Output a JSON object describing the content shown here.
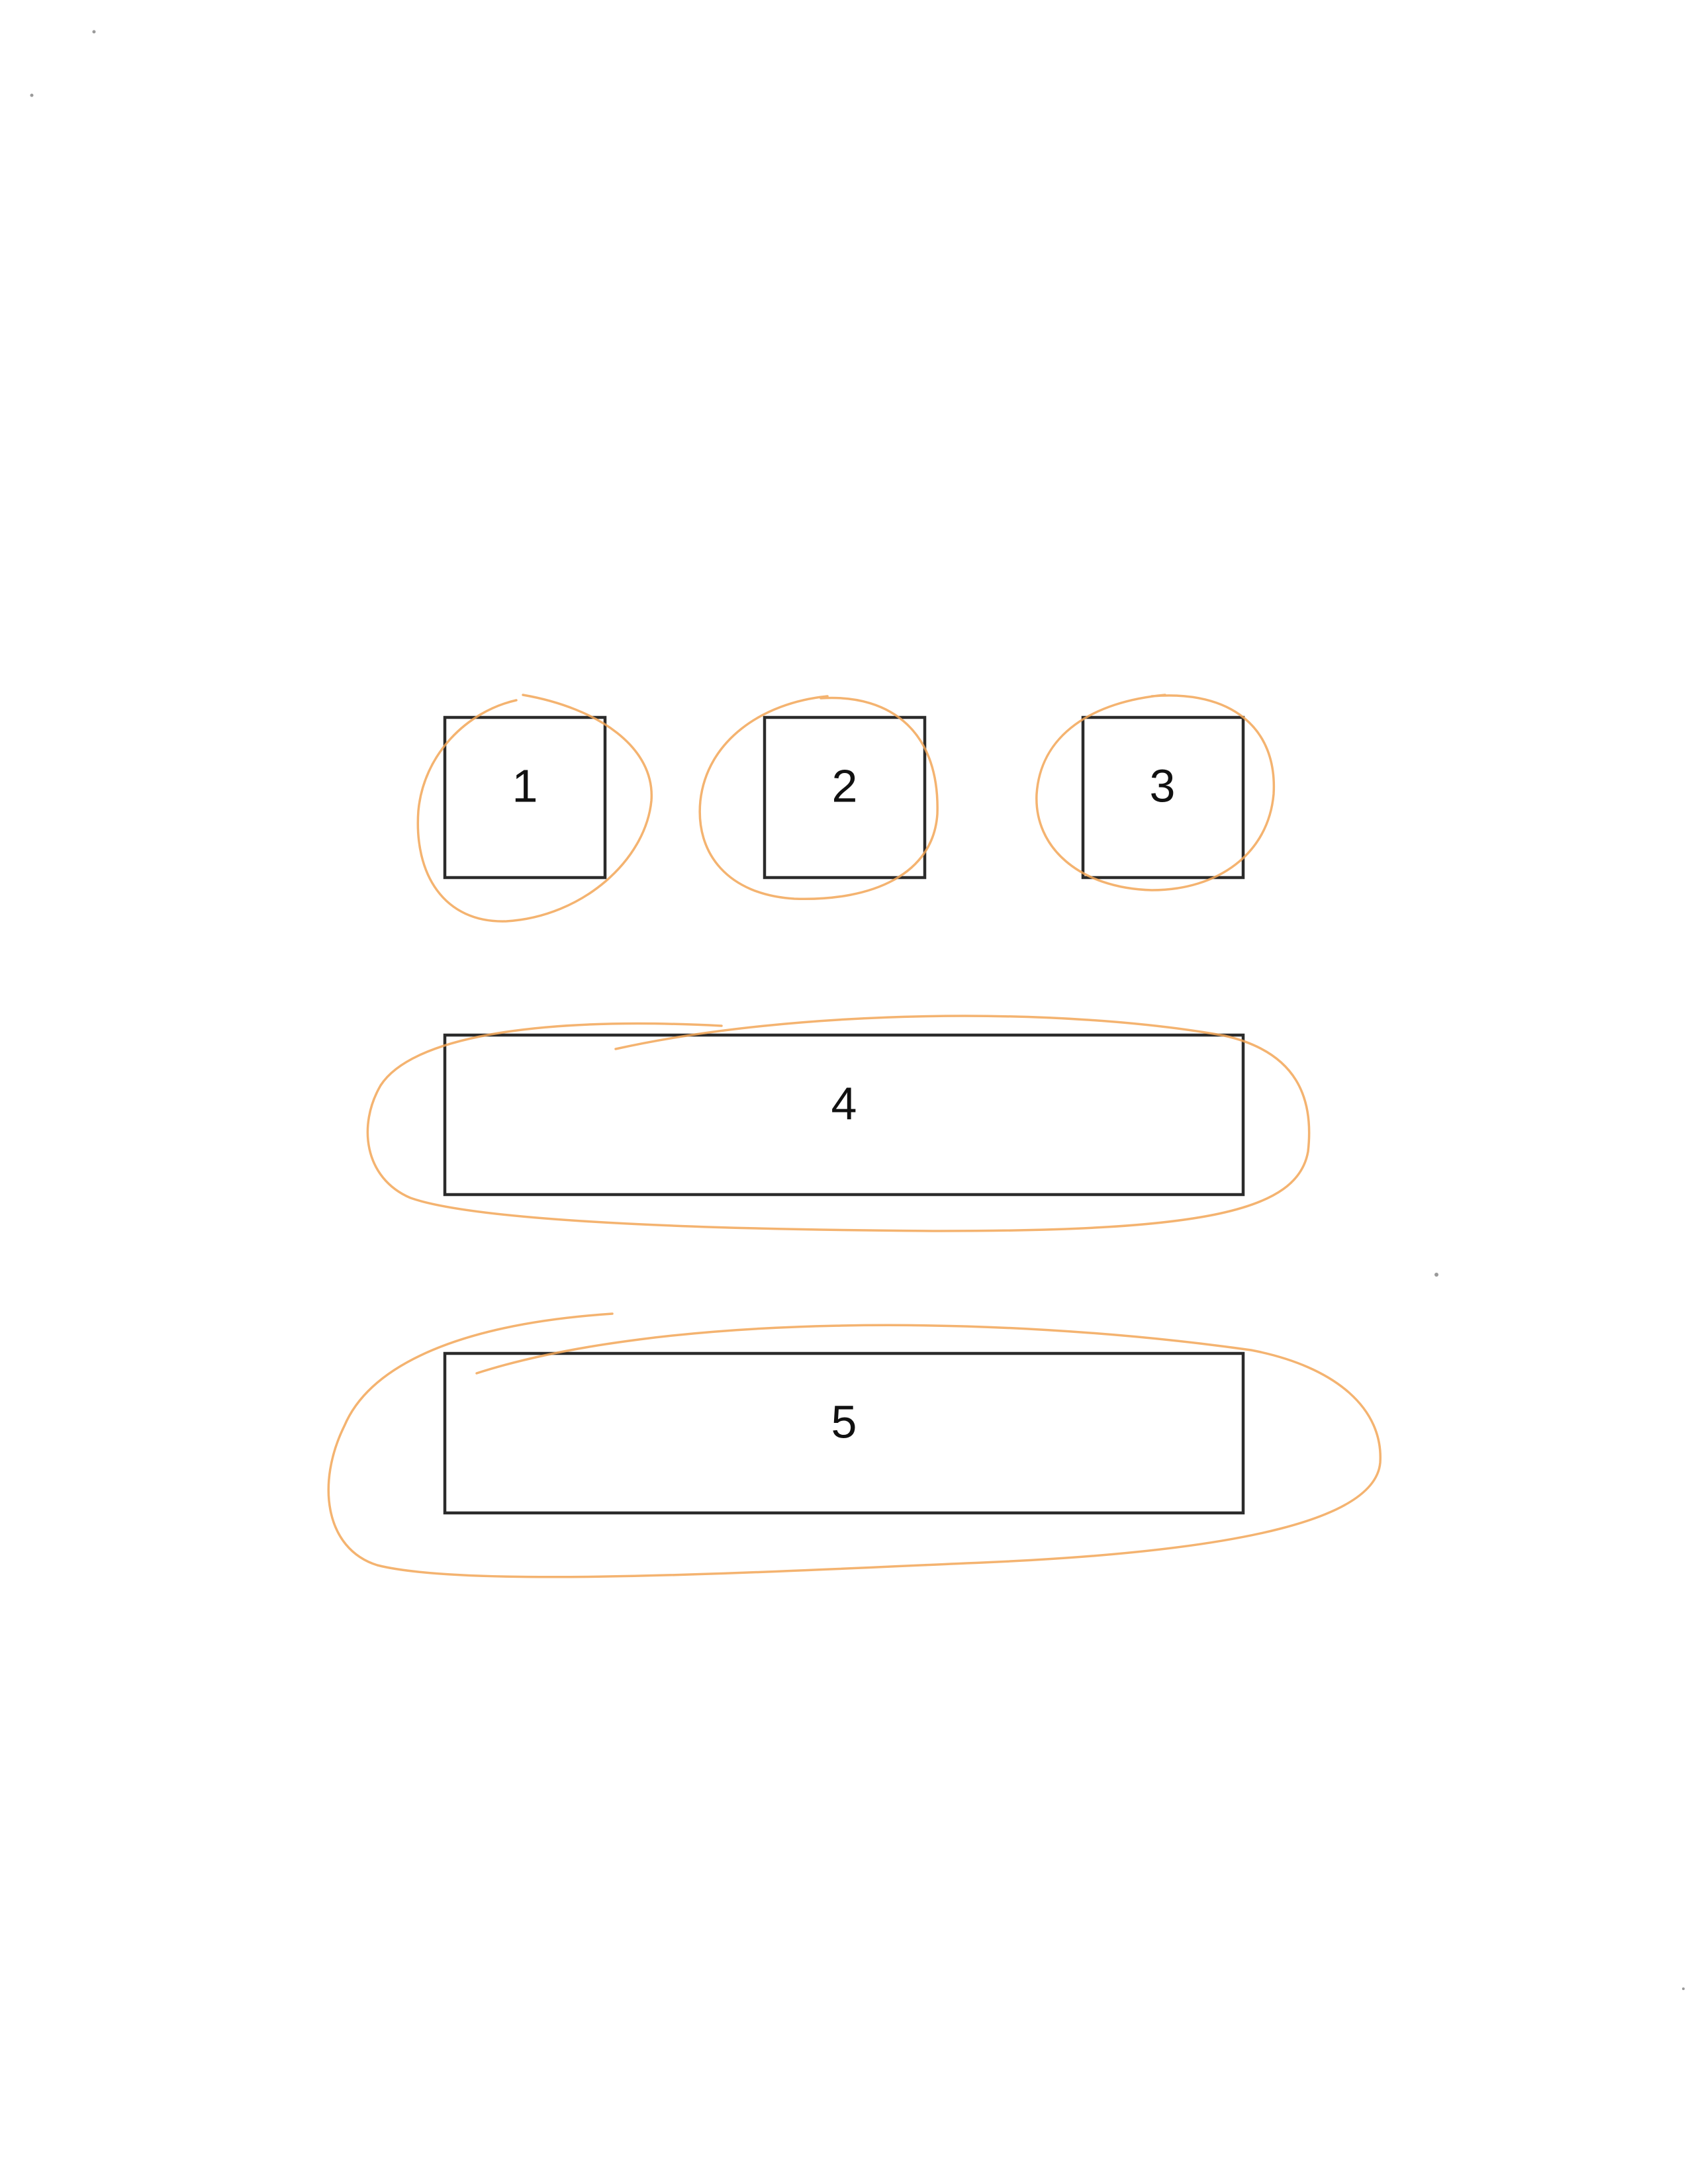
{
  "diagram": {
    "boxes": [
      {
        "id": "box-1",
        "label": "1",
        "circled": true
      },
      {
        "id": "box-2",
        "label": "2",
        "circled": true
      },
      {
        "id": "box-3",
        "label": "3",
        "circled": true
      },
      {
        "id": "box-4",
        "label": "4",
        "circled": true
      },
      {
        "id": "box-5",
        "label": "5",
        "circled": true
      }
    ],
    "ink_color": "#2b2b2b",
    "marker_color": "#f2a657",
    "paper_color": "#ffffff"
  }
}
